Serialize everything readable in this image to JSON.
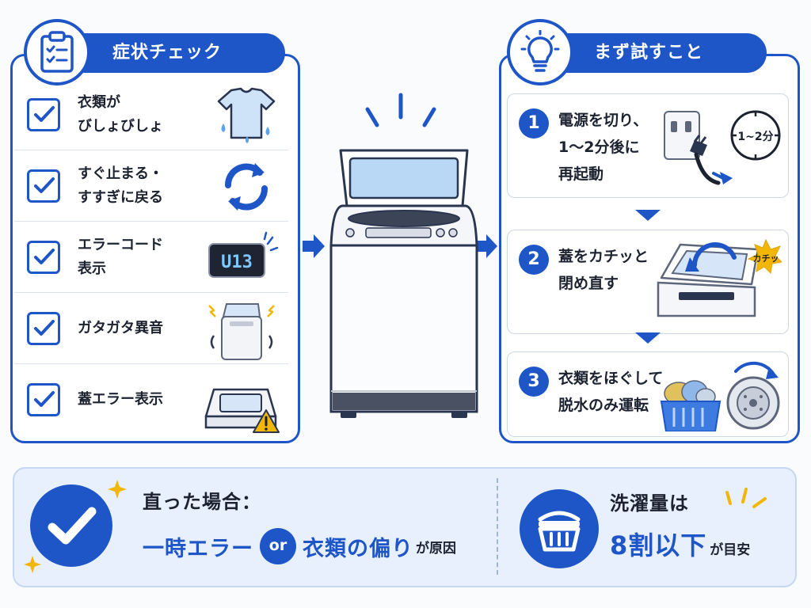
{
  "colors": {
    "primary": "#1e56c8",
    "accent_yellow": "#f2b705",
    "panel_background": "#e7f0fc"
  },
  "symptoms": {
    "title": "症状チェック",
    "icon": "clipboard-checklist-icon",
    "items": [
      {
        "text": "衣類が\nびしょびしょ",
        "icon": "wet-shirt-icon"
      },
      {
        "text": "すぐ止まる・\nすすぎに戻る",
        "icon": "refresh-cycle-icon"
      },
      {
        "text": "エラーコード\n表示",
        "icon": "error-display-icon",
        "display_code": "U13"
      },
      {
        "text": "ガタガタ異音",
        "icon": "shaking-washer-icon"
      },
      {
        "text": "蓋エラー表示",
        "icon": "lid-warning-icon"
      }
    ]
  },
  "actions": {
    "title": "まず試すこと",
    "icon": "lightbulb-icon",
    "steps": [
      {
        "number": "1",
        "text": "電源を切り、\n1〜2分後に\n再起動",
        "icon": "unplug-timer-icon",
        "timer_label": "1~2分"
      },
      {
        "number": "2",
        "text": "蓋をカチッと\n閉め直す",
        "icon": "close-lid-icon",
        "sound_label": "カチッ"
      },
      {
        "number": "3",
        "text": "衣類をほぐして\n脱水のみ運転",
        "icon": "laundry-basket-drum-icon"
      }
    ]
  },
  "center": {
    "icon": "washing-machine-alert-icon"
  },
  "result": {
    "label": "直った場合：",
    "cause_1": "一時エラー",
    "connector": "or",
    "cause_2": "衣類の偏り",
    "suffix": "が原因",
    "icon": "big-check-icon"
  },
  "load_tip": {
    "label": "洗濯量は",
    "value": "8割以下",
    "suffix": "が目安",
    "icon": "laundry-basket-icon"
  }
}
